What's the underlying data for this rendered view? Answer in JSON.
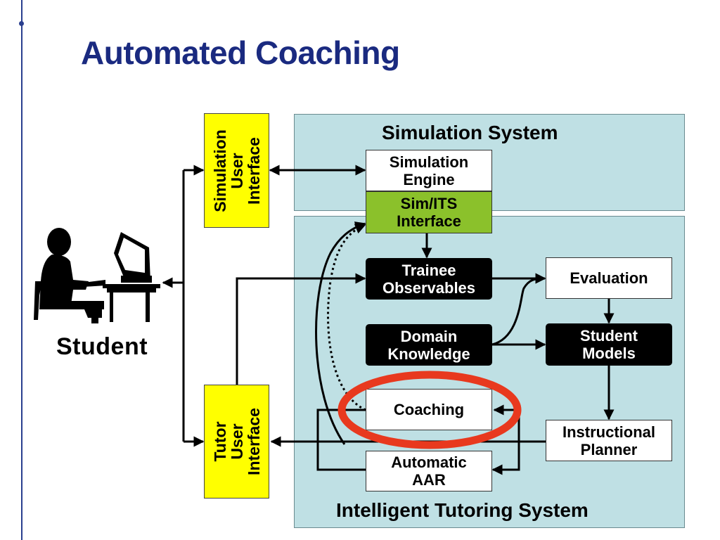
{
  "title": "Automated Coaching",
  "simulation_system": {
    "label": "Simulation System"
  },
  "its": {
    "label": "Intelligent Tutoring System"
  },
  "boxes": {
    "sim_ui": "Simulation\nUser\nInterface",
    "tutor_ui": "Tutor\nUser\nInterface",
    "sim_engine": "Simulation\nEngine",
    "sim_its": "Sim/ITS\nInterface",
    "trainee_obs": "Trainee\nObservables",
    "domain_knowledge": "Domain\nKnowledge",
    "evaluation": "Evaluation",
    "student_models": "Student\nModels",
    "coaching": "Coaching",
    "automatic_aar": "Automatic\nAAR",
    "instructional_planner": "Instructional\nPlanner"
  },
  "student": {
    "label": "Student"
  },
  "colors": {
    "title": "#1a2a80",
    "panel": "#bfe0e4",
    "yellow": "#ffff00",
    "green": "#8bc12b",
    "highlight": "#e8391e"
  }
}
